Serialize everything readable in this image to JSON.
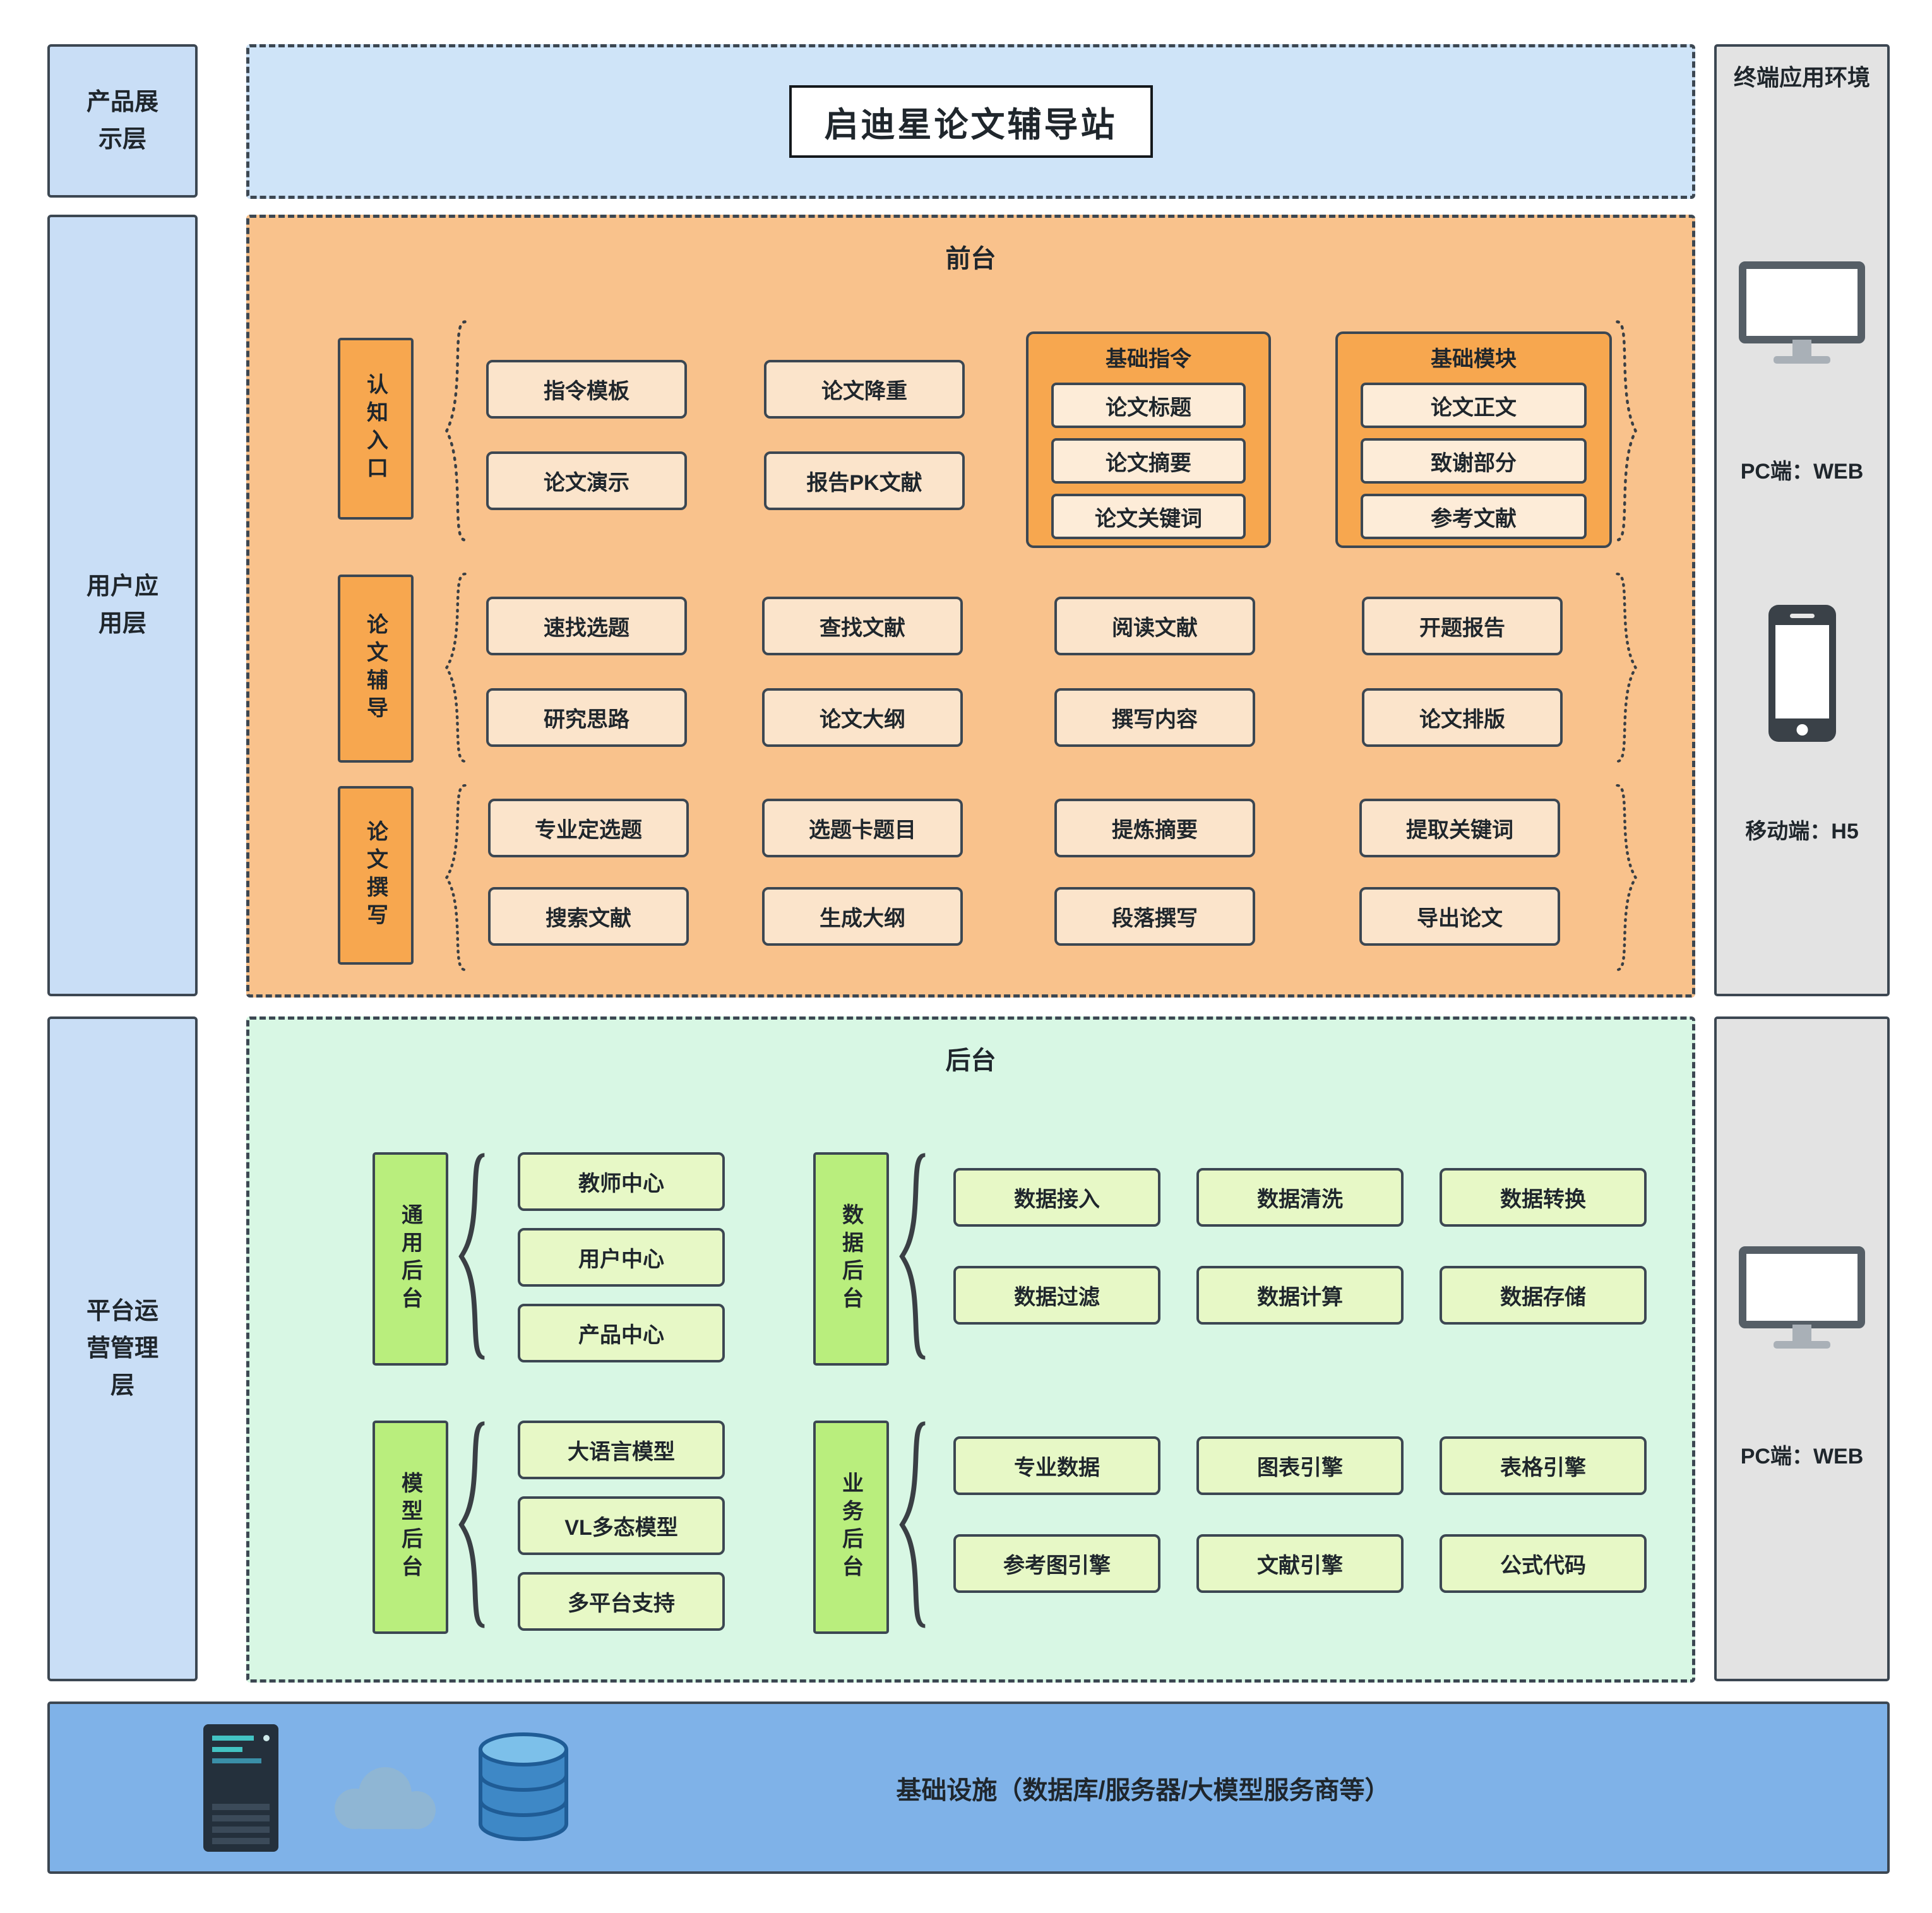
{
  "layers": {
    "product": "产品展示层",
    "user": "用户应用层",
    "platform": "平台运营管理层"
  },
  "title": "启迪星论文辅导站",
  "frontend": {
    "title": "前台",
    "cognition": {
      "label": "认知入口",
      "items": [
        "指令模板",
        "论文演示",
        "论文降重",
        "报告PK文献"
      ]
    },
    "basic_cmd": {
      "label": "基础指令",
      "items": [
        "论文标题",
        "论文摘要",
        "论文关键词"
      ]
    },
    "basic_mod": {
      "label": "基础模块",
      "items": [
        "论文正文",
        "致谢部分",
        "参考文献"
      ]
    },
    "tutoring": {
      "label": "论文辅导",
      "items": [
        "速找选题",
        "研究思路",
        "查找文献",
        "论文大纲",
        "阅读文献",
        "撰写内容",
        "开题报告",
        "论文排版"
      ]
    },
    "writing": {
      "label": "论文撰写",
      "items": [
        "专业定选题",
        "搜索文献",
        "选题卡题目",
        "生成大纲",
        "提炼摘要",
        "段落撰写",
        "提取关键词",
        "导出论文"
      ]
    }
  },
  "backend": {
    "title": "后台",
    "general": {
      "label": "通用后台",
      "items": [
        "教师中心",
        "用户中心",
        "产品中心"
      ]
    },
    "data": {
      "label": "数据后台",
      "items": [
        "数据接入",
        "数据清洗",
        "数据转换",
        "数据过滤",
        "数据计算",
        "数据存储"
      ]
    },
    "model": {
      "label": "模型后台",
      "items": [
        "大语言模型",
        "VL多态模型",
        "多平台支持"
      ]
    },
    "business": {
      "label": "业务后台",
      "items": [
        "专业数据",
        "图表引擎",
        "表格引擎",
        "参考图引擎",
        "文献引擎",
        "公式代码"
      ]
    }
  },
  "terminal": {
    "title": "终端应用环境",
    "pc_web": "PC端：WEB",
    "mobile_h5": "移动端：H5",
    "pc_web2": "PC端：WEB"
  },
  "infrastructure": {
    "label": "基础设施（数据库/服务器/大模型服务商等）"
  },
  "icons": [
    "monitor-icon",
    "phone-icon",
    "server-icon",
    "cloud-icon",
    "database-icon"
  ],
  "colors": {
    "layer_blue": "#c9def6",
    "frontend_orange": "#f9c28c",
    "accent_orange": "#f7a74f",
    "item_peach": "#fbe4cb",
    "backend_mint": "#d8f7e4",
    "accent_green": "#b9ee7d",
    "item_lime": "#e7f8c6",
    "infra_blue": "#7fb2e8",
    "terminal_gray": "#e3e3e3",
    "border": "#3c4752"
  }
}
